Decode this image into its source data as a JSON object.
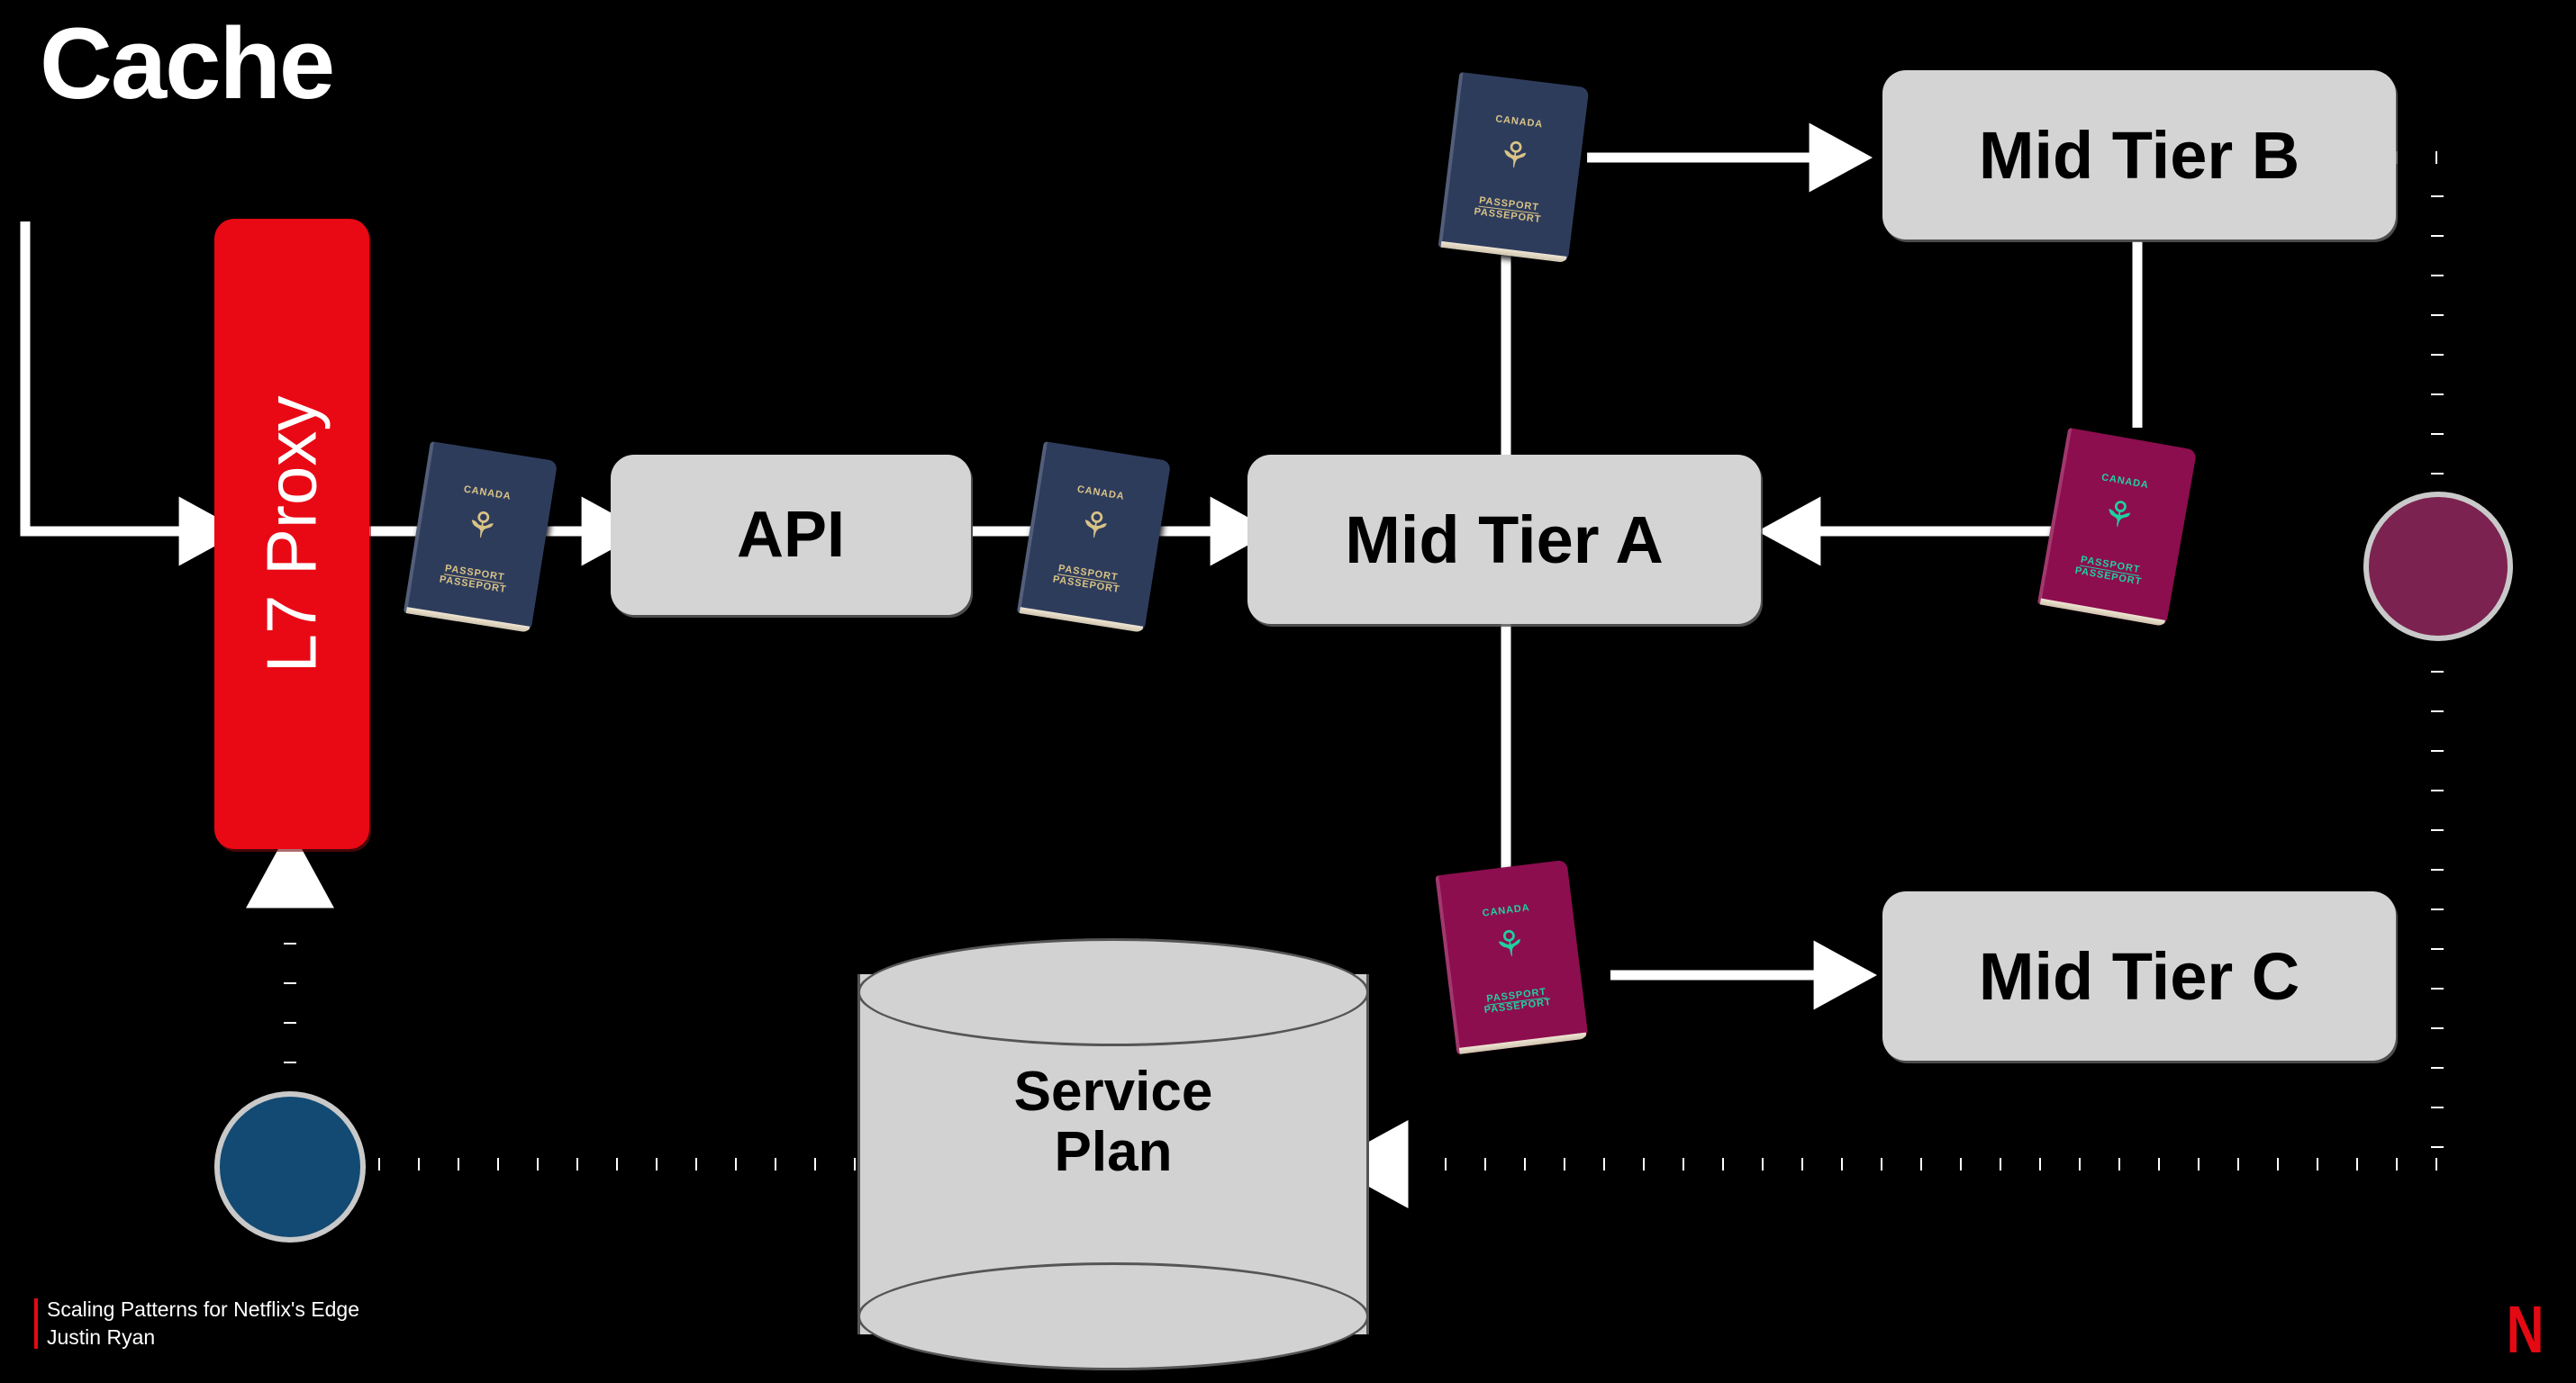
{
  "slide": {
    "title": "Cache",
    "background_color": "#000000",
    "text_color": "#ffffff"
  },
  "footer": {
    "line1": "Scaling Patterns for Netflix's Edge",
    "line2": "Justin Ryan",
    "accent_color": "#e50914",
    "logo": "N"
  },
  "nodes": {
    "proxy": {
      "label": "L7 Proxy",
      "color": "#e80914",
      "text_color": "#ffffff"
    },
    "api": {
      "label": "API",
      "color": "#d4d4d4"
    },
    "mid_tier_a": {
      "label": "Mid Tier A",
      "color": "#d4d4d4"
    },
    "mid_tier_b": {
      "label": "Mid Tier B",
      "color": "#d4d4d4"
    },
    "mid_tier_c": {
      "label": "Mid Tier C",
      "color": "#d4d4d4"
    },
    "service_plan": {
      "label_line1": "Service",
      "label_line2": "Plan",
      "color": "#d2d2d2"
    },
    "blue_circle": {
      "color": "#124a73",
      "border_color": "#c9c9c9"
    },
    "maroon_circle": {
      "color": "#7b2250",
      "border_color": "#c9c9c9"
    }
  },
  "passports": {
    "navy": {
      "country": "CANADA",
      "arms": "⚘",
      "passport_en": "PASSPORT",
      "passport_fr": "PASSEPORT",
      "cover_color": "#2e3c5c",
      "ink_color": "#d9c486"
    },
    "crimson": {
      "country": "CANADA",
      "arms": "⚘",
      "passport_en": "PASSPORT",
      "passport_fr": "PASSEPORT",
      "cover_color": "#8c0e4e",
      "ink_color": "#1fd1a0"
    }
  },
  "edges": {
    "line_color": "#ffffff",
    "solid": [
      "ingress -> L7 Proxy",
      "L7 Proxy -> API (navy passport)",
      "API -> Mid Tier A (navy passport)",
      "navy passport -> Mid Tier B",
      "Mid Tier A -> navy passport (upward)",
      "Mid Tier B -> crimson passport (downward)",
      "crimson passport -> Mid Tier A",
      "Mid Tier A -> crimson passport (downward)",
      "crimson passport -> Mid Tier C"
    ],
    "dotted": [
      "blue circle -> L7 Proxy",
      "blue circle -> Service Plan",
      "Mid Tier B -> maroon circle -> Service Plan"
    ]
  }
}
